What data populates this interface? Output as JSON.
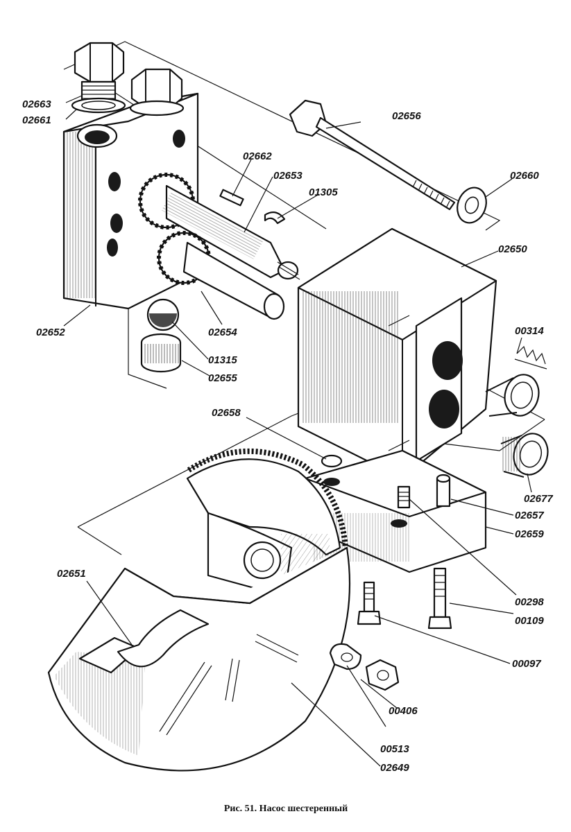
{
  "caption": "Рис. 51. Насос шестеренный",
  "labels": {
    "p02663": "02663",
    "p02661": "02661",
    "p02656": "02656",
    "p02662": "02662",
    "p02653": "02653",
    "p01305": "01305",
    "p02660": "02660",
    "p02650": "02650",
    "p02652": "02652",
    "p02654": "02654",
    "p01315": "01315",
    "p02655": "02655",
    "p00314": "00314",
    "p02658": "02658",
    "p02677": "02677",
    "p02657": "02657",
    "p02659": "02659",
    "p02651": "02651",
    "p00298": "00298",
    "p00109": "00109",
    "p00097": "00097",
    "p00406": "00406",
    "p00513": "00513",
    "p02649": "02649"
  }
}
